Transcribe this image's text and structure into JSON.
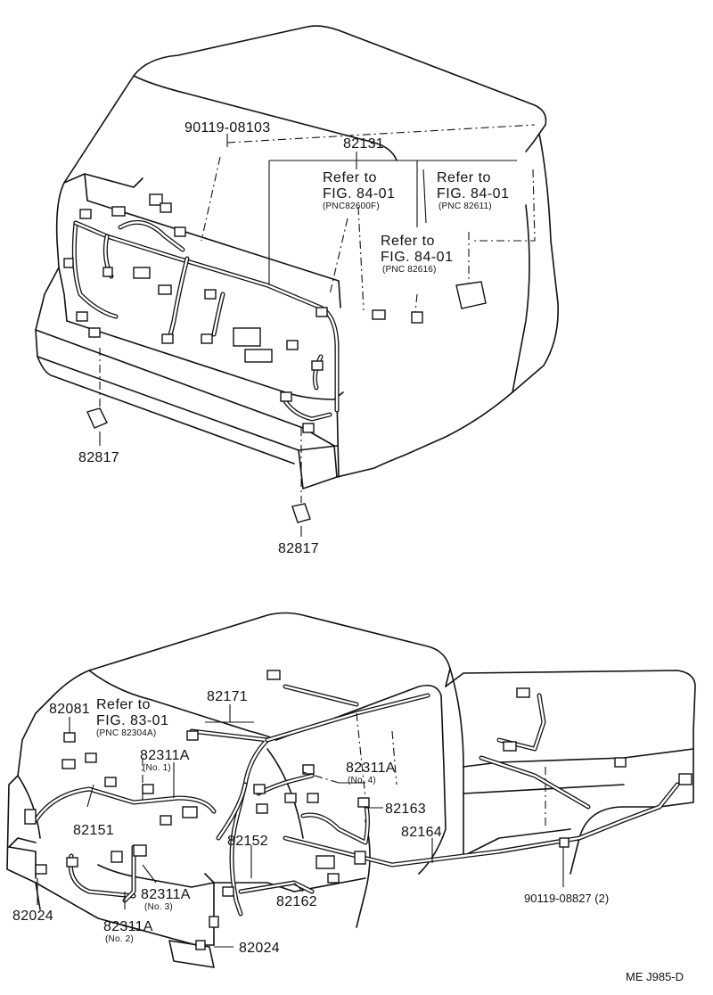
{
  "top_diagram": {
    "labels": {
      "bolt_top": "90119-08103",
      "harness_main": "82131",
      "ref_a_title": "Refer to",
      "ref_a_fig": "FIG. 84-01",
      "ref_a_pnc": "(PNC82600F)",
      "ref_b_title": "Refer to",
      "ref_b_fig": "FIG. 84-01",
      "ref_b_pnc": "(PNC 82611)",
      "ref_c_title": "Refer to",
      "ref_c_fig": "FIG. 84-01",
      "ref_c_pnc": "(PNC 82616)",
      "grommet_left": "82817",
      "grommet_right": "82817"
    }
  },
  "bottom_diagram": {
    "labels": {
      "p82081": "82081",
      "ref_d_title": "Refer to",
      "ref_d_fig": "FIG. 83-01",
      "ref_d_pnc": "(PNC 82304A)",
      "p82171": "82171",
      "p82311a_1": "82311A",
      "p82311a_1_no": "(No. 1)",
      "p82311a_4": "82311A",
      "p82311a_4_no": "(No. 4)",
      "p82151": "82151",
      "p82163": "82163",
      "p82152": "82152",
      "p82164": "82164",
      "p82311a_3": "82311A",
      "p82311a_3_no": "(No. 3)",
      "p82024_left": "82024",
      "p82162": "82162",
      "bolt_bottom": "90119-08827 (2)",
      "p82311a_2": "82311A",
      "p82311a_2_no": "(No. 2)",
      "p82024_bottom": "82024"
    }
  },
  "footer": {
    "code": "ME  J985-D"
  }
}
